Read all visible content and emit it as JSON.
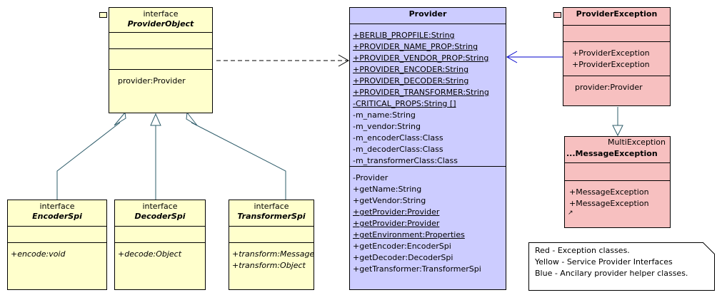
{
  "provider_object": {
    "stereotype": "interface",
    "name": "ProviderObject",
    "attributes": [
      "provider:Provider"
    ]
  },
  "provider": {
    "name": "Provider",
    "static_fields": [
      "+BERLIB_PROPFILE:String",
      "+PROVIDER_NAME_PROP:String",
      "+PROVIDER_VENDOR_PROP:String",
      "+PROVIDER_ENCODER:String",
      "+PROVIDER_DECODER:String",
      "+PROVIDER_TRANSFORMER:String",
      "-CRITICAL_PROPS:String []"
    ],
    "fields": [
      "-m_name:String",
      "-m_vendor:String",
      "-m_encoderClass:Class",
      "-m_decoderClass:Class",
      "-m_transformerClass:Class"
    ],
    "methods": [
      {
        "text": "-Provider",
        "static": false
      },
      {
        "text": "+getName:String",
        "static": false
      },
      {
        "text": "+getVendor:String",
        "static": false
      },
      {
        "text": "+getProvider:Provider",
        "static": true
      },
      {
        "text": "+getProvider:Provider",
        "static": true
      },
      {
        "text": "+getEnvironment:Properties",
        "static": true
      },
      {
        "text": "+getEncoder:EncoderSpi",
        "static": false
      },
      {
        "text": "+getDecoder:DecoderSpi",
        "static": false
      },
      {
        "text": "+getTransformer:TransformerSpi",
        "static": false
      }
    ]
  },
  "provider_exception": {
    "name": "ProviderException",
    "methods": [
      "+ProviderException",
      "+ProviderException"
    ],
    "attributes": [
      "provider:Provider"
    ]
  },
  "message_exception": {
    "stereotype": "MultiException",
    "name": "...MessageException",
    "methods": [
      "+MessageException",
      "+MessageException"
    ],
    "icon": "↗"
  },
  "encoder_spi": {
    "stereotype": "interface",
    "name": "EncoderSpi",
    "methods": [
      "+encode:void"
    ]
  },
  "decoder_spi": {
    "stereotype": "interface",
    "name": "DecoderSpi",
    "methods": [
      "+decode:Object"
    ]
  },
  "transformer_spi": {
    "stereotype": "interface",
    "name": "TransformerSpi",
    "methods": [
      "+transform:Message",
      "+transform:Object"
    ]
  },
  "legend": {
    "lines": [
      "Red - Exception classes.",
      "Yellow - Service Provider Interfaces",
      "Blue - Ancilary provider helper classes."
    ]
  },
  "colors": {
    "yellow": "#ffffcc",
    "blue": "#ccccff",
    "red": "#f7c0c0",
    "connector": "#2e5c6a",
    "arrow_blue": "#0000cc"
  }
}
